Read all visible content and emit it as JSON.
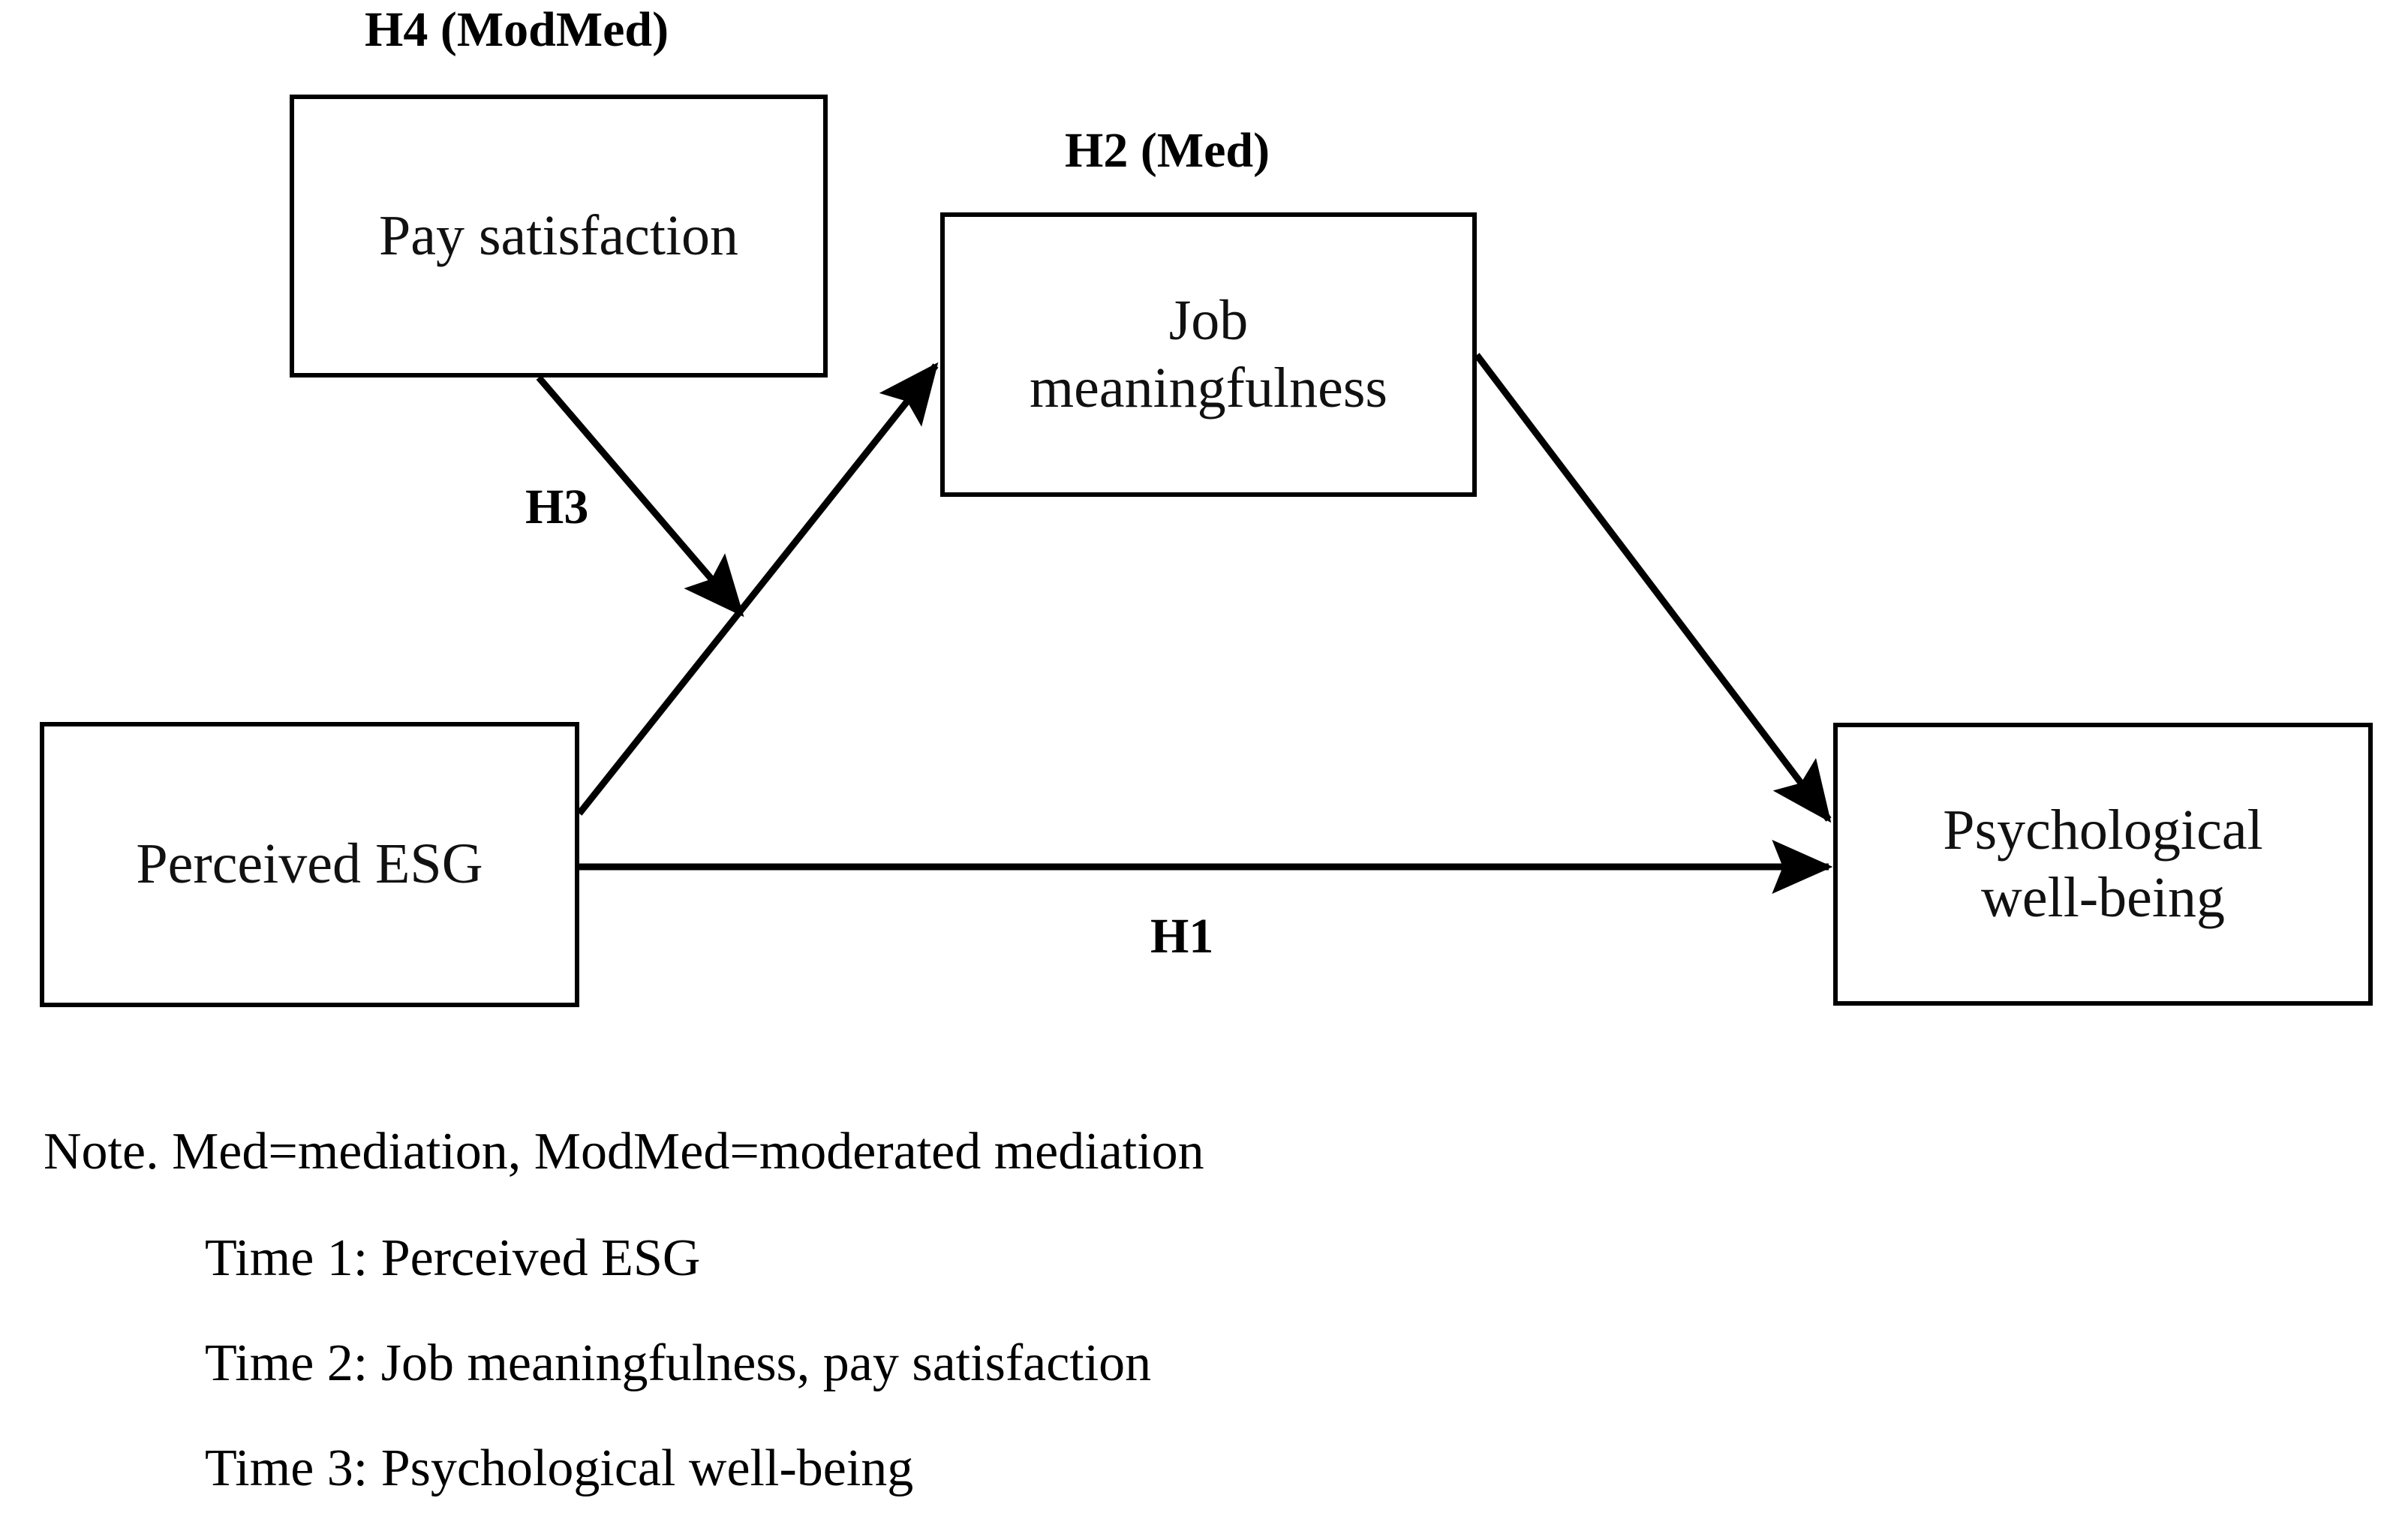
{
  "figure": {
    "type": "conceptual-path-model",
    "boxes": [
      {
        "id": "pay-satisfaction",
        "label": "Pay satisfaction"
      },
      {
        "id": "job-meaningfulness",
        "label": "Job\nmeaningfulness"
      },
      {
        "id": "perceived-esg",
        "label": "Perceived ESG"
      },
      {
        "id": "psychological-well-being",
        "label": "Psychological\nwell-being"
      }
    ],
    "hypothesis_labels": [
      {
        "id": "h4",
        "text": "H4 (ModMed)"
      },
      {
        "id": "h2",
        "text": "H2 (Med)"
      },
      {
        "id": "h3",
        "text": "H3"
      },
      {
        "id": "h1",
        "text": "H1"
      }
    ],
    "paths": [
      {
        "id": "esg-to-job",
        "from": "Perceived ESG",
        "to": "Job meaningfulness",
        "hypothesis": "H2 (Med)"
      },
      {
        "id": "esg-to-pwb",
        "from": "Perceived ESG",
        "to": "Psychological well-being",
        "hypothesis": "H1"
      },
      {
        "id": "job-to-pwb",
        "from": "Job meaningfulness",
        "to": "Psychological well-being",
        "hypothesis": "H2 (Med)"
      },
      {
        "id": "pay-moderates-esg-to-job",
        "from": "Pay satisfaction",
        "to": "esg-to-job path",
        "hypothesis": "H3 / H4 (ModMed)"
      }
    ],
    "note": {
      "lines": [
        "Note. Med=mediation, ModMed=moderated mediation",
        "Time 1: Perceived ESG",
        "Time 2: Job meaningfulness, pay satisfaction",
        "Time 3: Psychological well-being"
      ]
    },
    "colors": {
      "stroke": "#000000",
      "background": "#ffffff",
      "text": "#111111"
    }
  }
}
